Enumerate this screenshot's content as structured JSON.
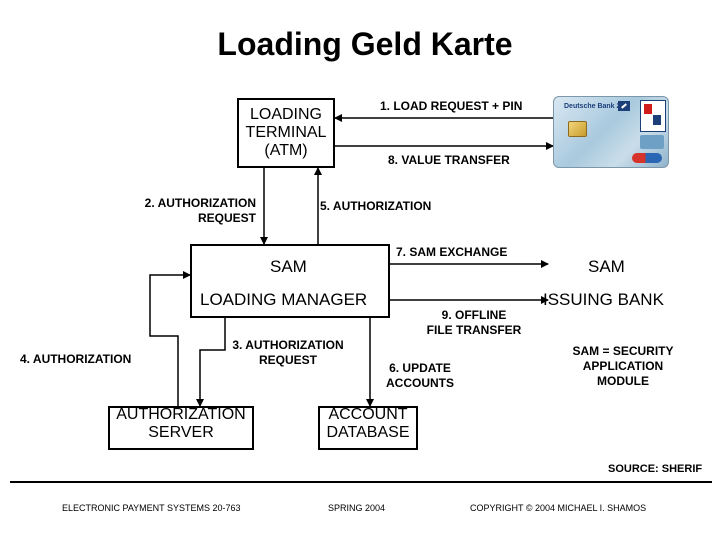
{
  "title": "Loading Geld Karte",
  "nodes": {
    "loading_terminal": "LOADING\nTERMINAL\n(ATM)",
    "loading_manager_sam": "SAM",
    "loading_manager": "LOADING MANAGER",
    "issuing_bank_sam": "SAM",
    "issuing_bank": "ISSUING BANK",
    "authorization_server": "AUTHORIZATION\nSERVER",
    "account_database": "ACCOUNT\nDATABASE"
  },
  "card": {
    "bank_text": "Deutsche Bank 24"
  },
  "arrows": {
    "step1": "1. LOAD REQUEST + PIN",
    "step2": "2. AUTHORIZATION\nREQUEST",
    "step3": "3. AUTHORIZATION\nREQUEST",
    "step4": "4. AUTHORIZATION",
    "step5": "5. AUTHORIZATION",
    "step6": "6. UPDATE\nACCOUNTS",
    "step7": "7. SAM EXCHANGE",
    "step8": "8. VALUE TRANSFER",
    "step9": "9. OFFLINE\nFILE TRANSFER"
  },
  "legend": "SAM = SECURITY\nAPPLICATION\nMODULE",
  "source": "SOURCE: SHERIF",
  "footer": {
    "left": "ELECTRONIC PAYMENT SYSTEMS 20-763",
    "center": "SPRING 2004",
    "right": "COPYRIGHT © 2004 MICHAEL I. SHAMOS"
  }
}
